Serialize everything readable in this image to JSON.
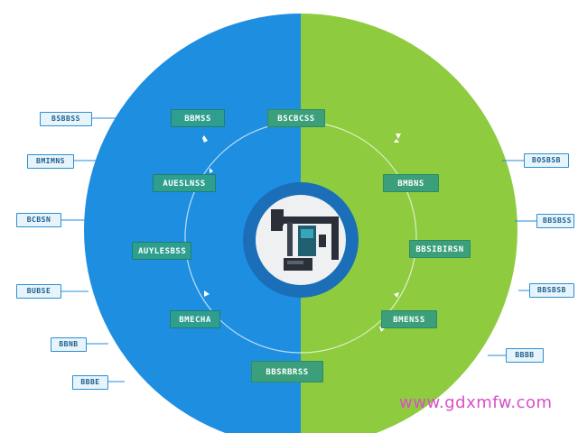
{
  "diagram": {
    "colors": {
      "left_half": "#1e8ee0",
      "right_half": "#8ecb3f",
      "hub_ring": "#1a6fb8",
      "hub_fill": "#eef0f2",
      "inner_box_left": "#2e9e8f",
      "inner_box_right": "#3a9f7a",
      "outer_label_bg": "#e8f4fb",
      "connector": "#ffffff",
      "watermark": "#d94fc8"
    },
    "center_icon": "machine-tool-icon",
    "inner_left": [
      {
        "label": "BBMSS"
      },
      {
        "label": "AUESLNSS"
      },
      {
        "label": "AUYLESBSS"
      },
      {
        "label": "BMECHA"
      }
    ],
    "inner_right": [
      {
        "label": "BSCBCSS"
      },
      {
        "label": "BMBNS"
      },
      {
        "label": "BBSIBIRSN"
      },
      {
        "label": "BMENSS"
      }
    ],
    "inner_bottom": {
      "label": "BBSRBRSS"
    },
    "outer_left": [
      {
        "label": "BSBBSS"
      },
      {
        "label": "BMIMNS"
      },
      {
        "label": "BCBSN"
      },
      {
        "label": "BUBSE"
      },
      {
        "label": "BBNB"
      },
      {
        "label": "BBBE"
      }
    ],
    "outer_right": [
      {
        "label": "BOSBSB"
      },
      {
        "label": "BBSBSS"
      },
      {
        "label": "BBSBSB"
      },
      {
        "label": "BBBB"
      }
    ],
    "watermark": "www.gdxmfw.com"
  }
}
